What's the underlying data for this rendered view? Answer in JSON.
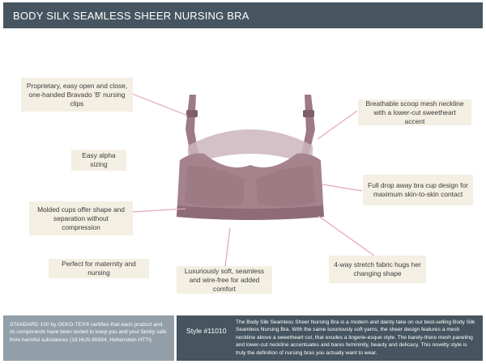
{
  "header": {
    "title": "BODY SILK SEAMLESS SHEER NURSING BRA"
  },
  "callouts": {
    "clips": "Proprietary, easy open and close, one-handed Bravado 'B' nursing clips",
    "sizing": "Easy alpha sizing",
    "molded": "Molded cups offer shape and separation without compression",
    "maternity": "Perfect for maternity and nursing",
    "soft": "Luxuriously soft, seamless and wire-free for added comfort",
    "neckline": "Breathable scoop mesh neckline with a lower-cut sweetheart accent",
    "drop": "Full drop away bra cup design for maximum skin-to-skin contact",
    "stretch": "4-way stretch fabric hugs her changing shape"
  },
  "footer": {
    "certification": "STANDARD 100 by OEKO-TEX® certifies that each product and its components have been tested to keep you and your family safe from harmful substances (19.HUS.90934, Hohenstein HTTI)",
    "style": "Style #11010",
    "description": "The Body Silk Seamless Sheer Nursing Bra is a modern and dainty take on our best-selling Body Silk Seamless Nursing Bra. With the same luxuriously soft yarns, the sheer design features a mesh neckline above a sweetheart cut, that exudes a lingerie-esque style. The barely-there mesh paneling and lower-cut neckline accentuates and bares femininity, beauty and delicacy. This novelty style is truly the definition of nursing bras you actually want to wear."
  },
  "colors": {
    "header_bg": "#46555f",
    "callout_bg": "#f4efe3",
    "leader": "#e3a7b5",
    "bra": "#a5838d",
    "footer_left_bg": "#939fa8"
  }
}
